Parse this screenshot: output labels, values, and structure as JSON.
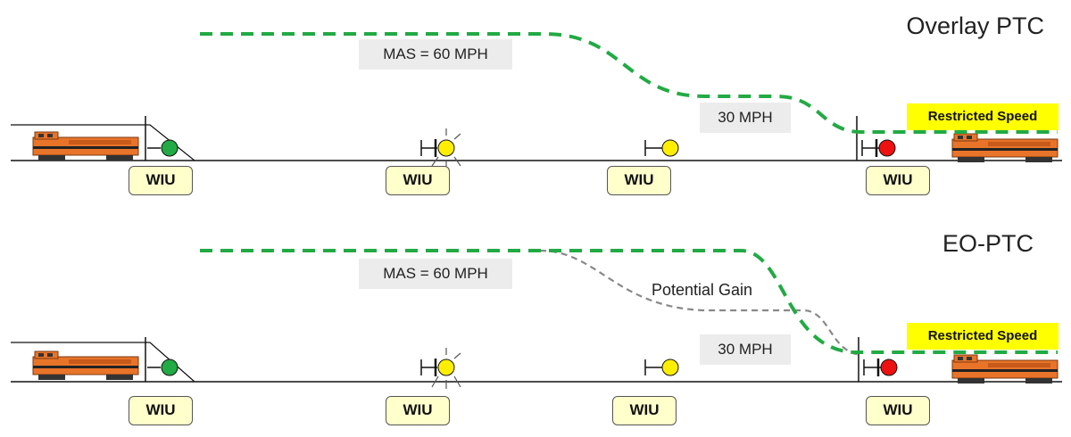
{
  "panels": [
    {
      "title": "Overlay PTC",
      "mas_label": "MAS = 60 MPH",
      "low_speed_label": "30 MPH",
      "restricted_label": "Restricted Speed",
      "wiu_labels": [
        "WIU",
        "WIU",
        "WIU",
        "WIU"
      ]
    },
    {
      "title": "EO-PTC",
      "mas_label": "MAS = 60 MPH",
      "low_speed_label": "30 MPH",
      "restricted_label": "Restricted Speed",
      "gain_label": "Potential Gain",
      "wiu_labels": [
        "WIU",
        "WIU",
        "WIU",
        "WIU"
      ]
    }
  ],
  "signals": [
    "green",
    "flashing-yellow",
    "yellow",
    "red"
  ],
  "colors": {
    "speed_curve": "#22aa44",
    "gain_curve": "#888888",
    "signal_green": "#22aa44",
    "signal_yellow": "#ffee00",
    "signal_red": "#ee1111",
    "locomotive_body": "#e8742a",
    "restricted_box": "#ffff00",
    "wiu_box": "#ffffcc"
  }
}
